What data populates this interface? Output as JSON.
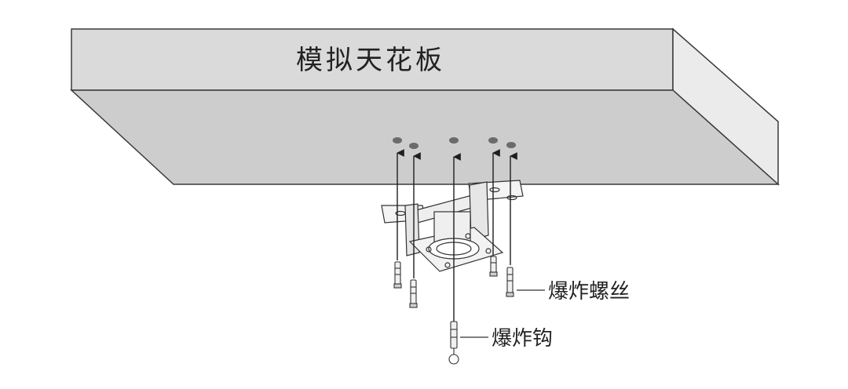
{
  "ceiling": {
    "label": "模拟天花板",
    "colors": {
      "front": "#d9d9d9",
      "bottom": "#cbcbcb",
      "side": "#e9e9e9",
      "stroke": "#3a3a3a"
    }
  },
  "hardware": {
    "screw_label": "爆炸螺丝",
    "hook_label": "爆炸钩",
    "mark_color": "#6b6b6b",
    "arrow_color": "#1e1e1e"
  }
}
